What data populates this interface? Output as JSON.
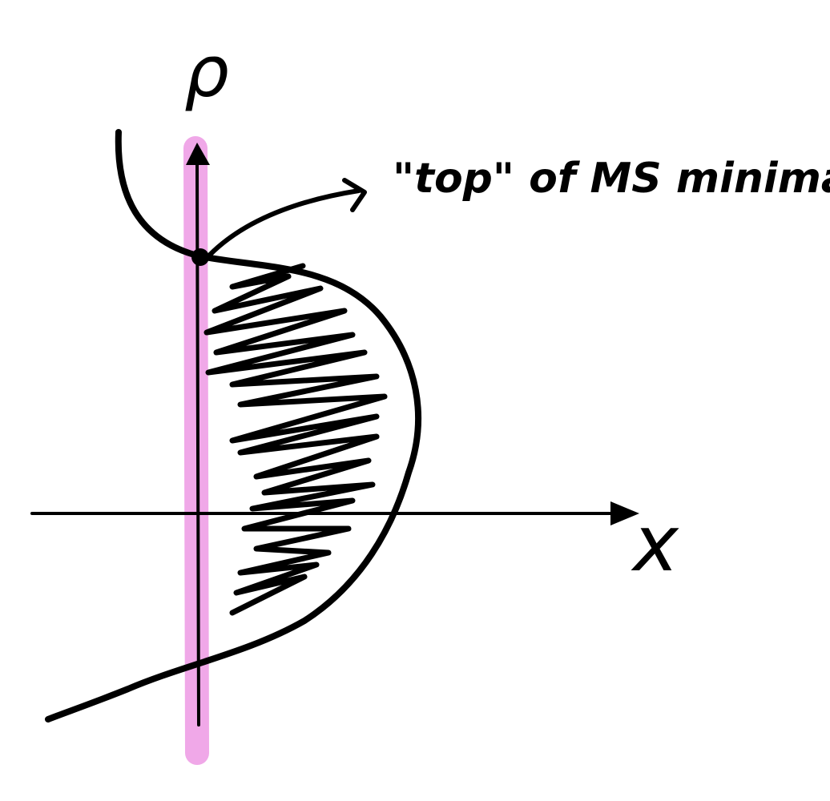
{
  "labels": {
    "vertical_axis": "ρ",
    "horizontal_axis": "x",
    "annotation": "\"top\" of MS minima"
  },
  "colors": {
    "ink": "#000000",
    "highlight": "#f0a8e8",
    "background": "#ffffff"
  }
}
